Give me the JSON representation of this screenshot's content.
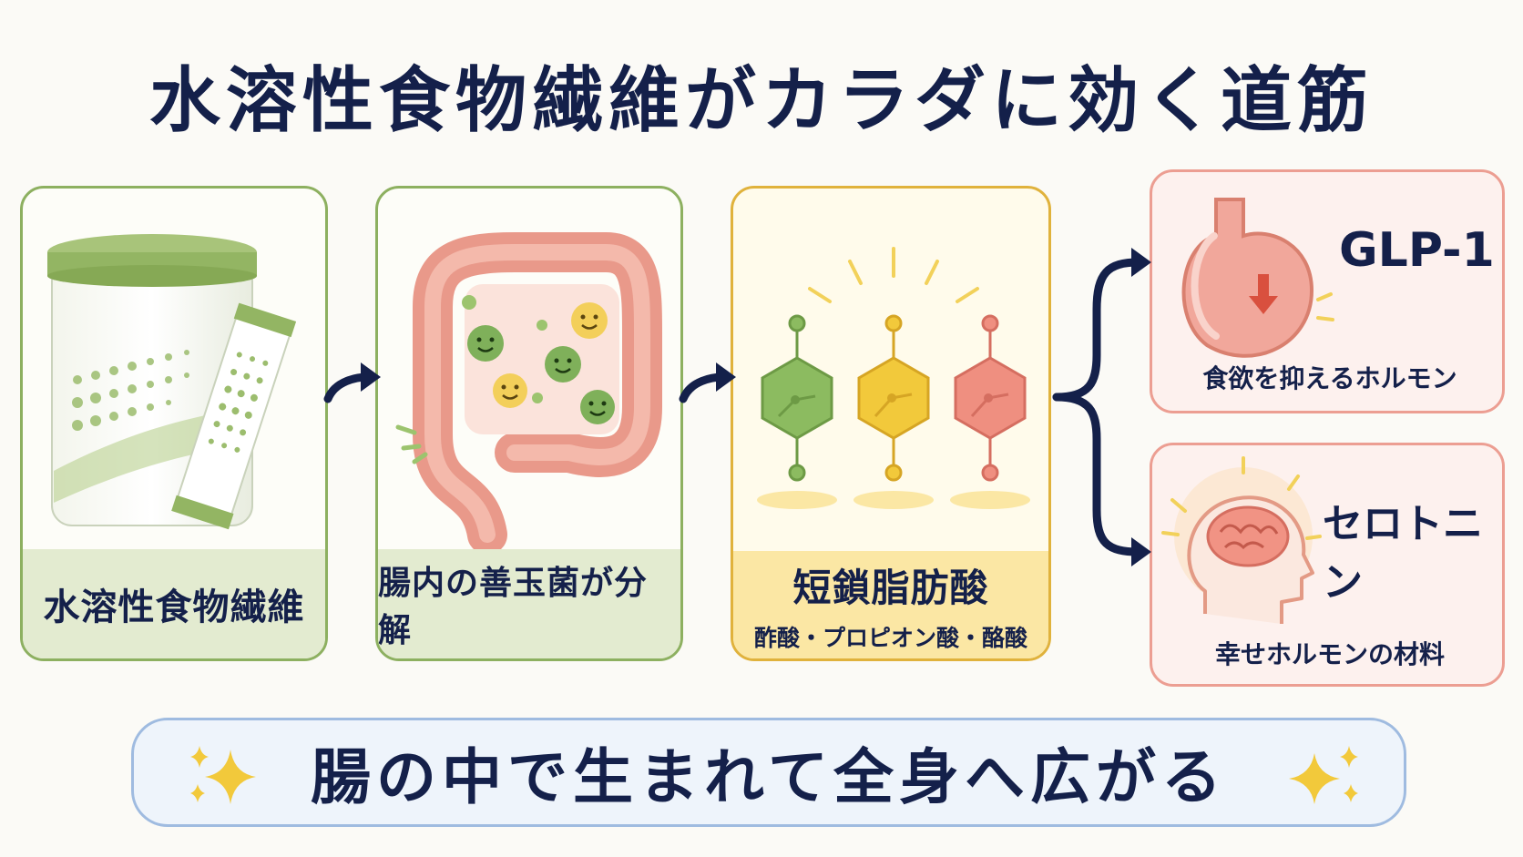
{
  "title": "水溶性食物繊維がカラダに効く道筋",
  "steps": [
    {
      "label": "水溶性食物繊維"
    },
    {
      "label": "腸内の善玉菌が分解"
    },
    {
      "label": "短鎖脂肪酸",
      "sub": "酢酸・プロピオン酸・酪酸"
    }
  ],
  "outcomes": [
    {
      "name": "GLP-1",
      "caption": "食欲を抑えるホルモン",
      "icon": "stomach-icon"
    },
    {
      "name": "セロトニン",
      "caption": "幸せホルモンの材料",
      "icon": "brain-head-icon"
    }
  ],
  "banner": {
    "text": "腸の中で生まれて全身へ広がる"
  },
  "colors": {
    "navy": "#14204a",
    "green": "#8db060",
    "yellow": "#e0b23c",
    "red": "#ec9e92",
    "banner_border": "#9fbbe0"
  }
}
